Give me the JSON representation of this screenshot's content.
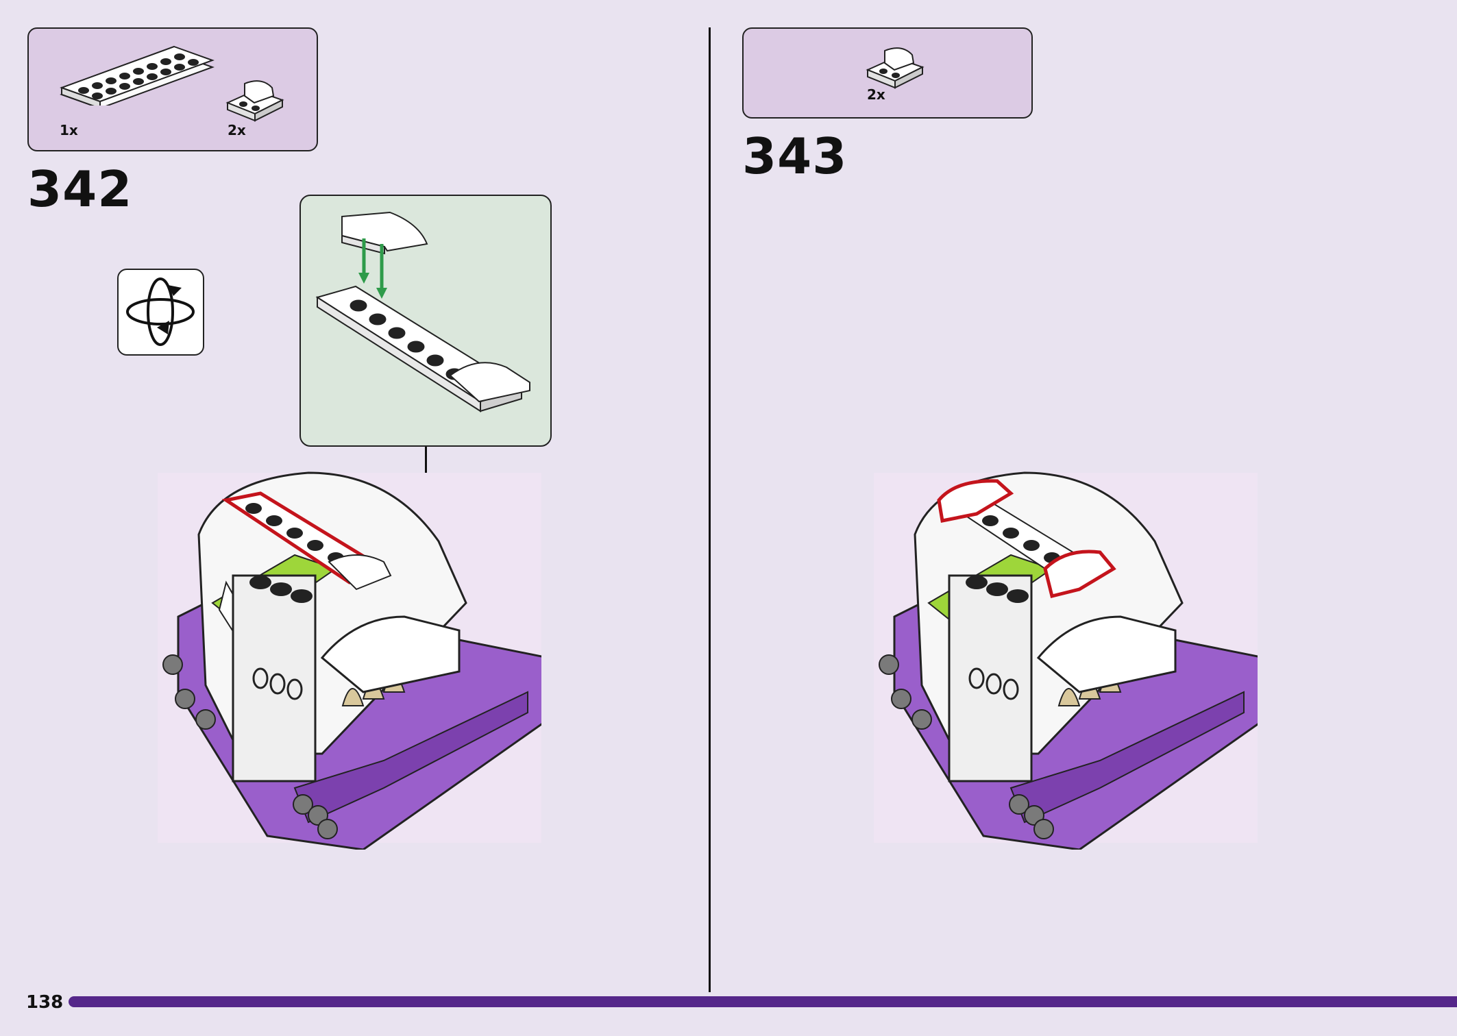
{
  "page": {
    "page_number": "138",
    "bar_color": "#55278a",
    "background_color": "#e9e3f0"
  },
  "steps": [
    {
      "number": "342",
      "parts": [
        {
          "icon": "plate-2x8-white-icon",
          "quantity": "1x"
        },
        {
          "icon": "curved-slope-white-icon",
          "quantity": "2x"
        }
      ],
      "rotate_icon": "rotate-model-icon",
      "callout_icon": "subassembly-plate-with-slopes-icon",
      "model_icon": "monster-chest-model-step-342-icon"
    },
    {
      "number": "343",
      "parts": [
        {
          "icon": "curved-slope-white-icon",
          "quantity": "2x"
        }
      ],
      "model_icon": "monster-chest-model-step-343-icon"
    }
  ],
  "colors": {
    "parts_box": "#dccbe4",
    "callout_box": "#dbe7dc",
    "highlight_outline": "#c4141c",
    "arrow_green": "#2e9b4a",
    "brick_purple": "#8e4fbf",
    "brick_lime": "#9ed63a"
  }
}
